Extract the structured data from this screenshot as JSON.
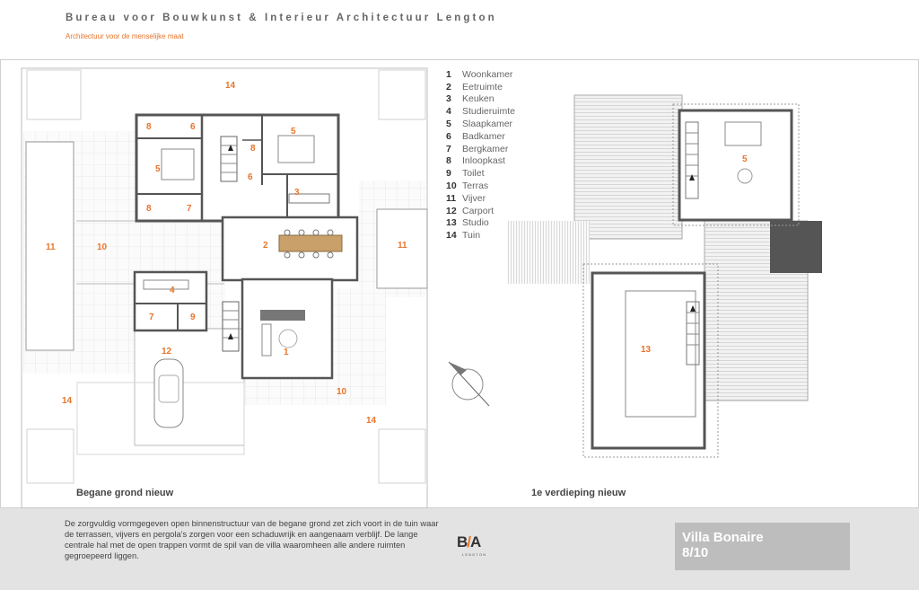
{
  "header": {
    "title": "Bureau voor Bouwkunst & Interieur Architectuur Lengton",
    "subtitle": "Architectuur voor de menselijke maat"
  },
  "legend": [
    {
      "num": "1",
      "label": "Woonkamer"
    },
    {
      "num": "2",
      "label": "Eetruimte"
    },
    {
      "num": "3",
      "label": "Keuken"
    },
    {
      "num": "4",
      "label": "Studieruimte"
    },
    {
      "num": "5",
      "label": "Slaapkamer"
    },
    {
      "num": "6",
      "label": "Badkamer"
    },
    {
      "num": "7",
      "label": "Bergkamer"
    },
    {
      "num": "8",
      "label": "Inloopkast"
    },
    {
      "num": "9",
      "label": "Toilet"
    },
    {
      "num": "10",
      "label": "Terras"
    },
    {
      "num": "11",
      "label": "Vijver"
    },
    {
      "num": "12",
      "label": "Carport"
    },
    {
      "num": "13",
      "label": "Studio"
    },
    {
      "num": "14",
      "label": "Tuin"
    }
  ],
  "plans": {
    "ground_label": "Begane grond nieuw",
    "first_label": "1e verdieping nieuw",
    "ground_rooms": [
      "14",
      "8",
      "6",
      "5",
      "8",
      "5",
      "6",
      "3",
      "8",
      "7",
      "11",
      "10",
      "2",
      "11",
      "4",
      "7",
      "9",
      "12",
      "1",
      "14",
      "10",
      "14"
    ],
    "first_rooms": [
      "5",
      "13"
    ]
  },
  "footer": {
    "description": "De zorgvuldig vormgegeven open binnenstructuur van de begane grond zet zich voort in de tuin waar de terrassen, vijvers en pergola's zorgen voor een schaduwrijk en aangenaam verblijf. De lange centrale hal met de open trappen vormt de spil van de villa waaromheen alle andere ruimten gegroepeerd liggen.",
    "logo_main_a": "B",
    "logo_main_slash": "/",
    "logo_main_b": "A",
    "logo_sub": "LENGTON",
    "villa_name": "Villa Bonaire",
    "page": "8/10"
  },
  "colors": {
    "accent": "#e8742a",
    "wall": "#555555",
    "footer_bg": "#e3e3e3",
    "villa_box": "#bdbdbd"
  }
}
